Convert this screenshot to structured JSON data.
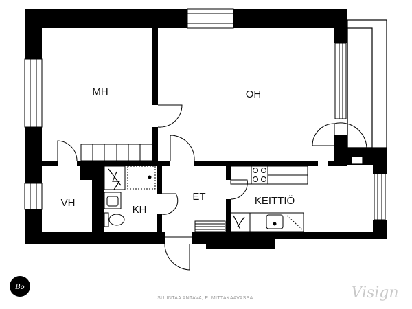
{
  "rooms": {
    "mh": "MH",
    "oh": "OH",
    "vh": "VH",
    "kh": "KH",
    "et": "ET",
    "keittio": "KEITTIÖ"
  },
  "footer": {
    "note": "SUUNTAA ANTAVA, EI MITTAKAAVASSA.",
    "brand": "Visign"
  },
  "logo": {
    "text": "Bo"
  },
  "colors": {
    "wall": "#000000",
    "background": "#ffffff",
    "footer_text": "#9a9a9a",
    "brand_text": "#c9c9c9"
  }
}
